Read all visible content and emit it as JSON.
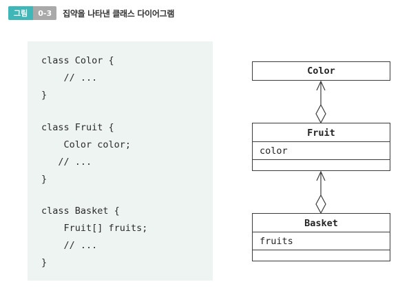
{
  "caption": {
    "tag": "그림",
    "number": "0-3",
    "title": "집약을 나타낸 클래스 다이어그램",
    "tag_color": "#3fb6b8",
    "number_color": "#a9a9a9"
  },
  "code": {
    "lines": [
      "class Color {",
      "    // ...",
      "}",
      "class Fruit {",
      "    Color color;",
      "   // ...",
      "}",
      "class Basket {",
      "    Fruit[] fruits;",
      "    // ...",
      "}"
    ]
  },
  "uml": {
    "classes": [
      {
        "name": "Color",
        "attributes": []
      },
      {
        "name": "Fruit",
        "attributes": [
          "color"
        ]
      },
      {
        "name": "Basket",
        "attributes": [
          "fruits"
        ]
      }
    ],
    "relations": [
      {
        "type": "aggregation",
        "whole": "Fruit",
        "part": "Color"
      },
      {
        "type": "aggregation",
        "whole": "Basket",
        "part": "Fruit"
      }
    ]
  }
}
